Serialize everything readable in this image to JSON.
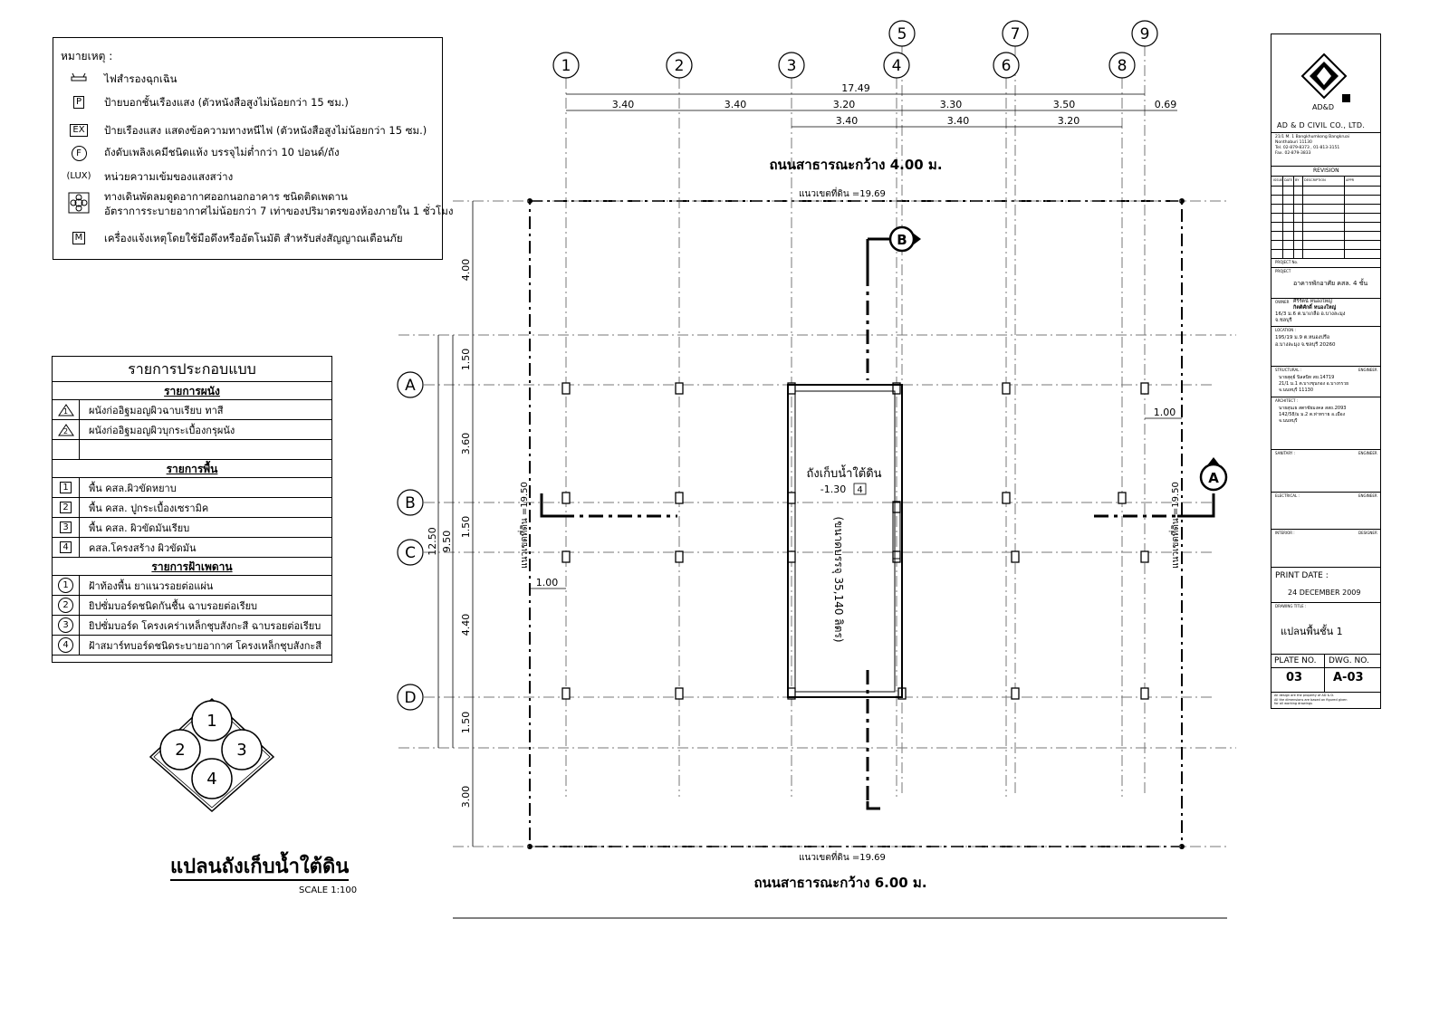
{
  "legend": {
    "title": "หมายเหตุ :",
    "items": [
      {
        "symbol": "",
        "icon": "emergency-light-icon",
        "text": "ไฟสำรองฉุกเฉิน"
      },
      {
        "symbol": "P",
        "icon": "",
        "text": "ป้ายบอกชั้นเรืองแสง (ตัวหนังสือสูงไม่น้อยกว่า 15 ซม.)"
      },
      {
        "symbol": "EX",
        "icon": "",
        "text": "ป้ายเรืองแสง แสดงข้อความทางหนีไฟ (ตัวหนังสือสูงไม่น้อยกว่า 15 ซม.)"
      },
      {
        "symbol": "F",
        "icon": "",
        "text": "ถังดับเพลิงเคมีชนิดแห้ง บรรจุไม่ต่ำกว่า 10 ปอนด์/ถัง"
      },
      {
        "symbol": "(LUX)",
        "icon": "",
        "text": "หน่วยความเข้มของแสงสว่าง"
      },
      {
        "symbol": "",
        "icon": "ventilation-fan-icon",
        "text": "ทางเดินพัดลมดูดอากาศออกนอกอาคาร ชนิดติดเพดาน",
        "text2": "อัตราการระบายอากาศไม่น้อยกว่า 7 เท่าของปริมาตรของห้องภายใน 1 ชั่วโมง"
      },
      {
        "symbol": "M",
        "icon": "",
        "text": "เครื่องแจ้งเหตุโดยใช้มือดึงหรืออัตโนมัติ สำหรับส่งสัญญาณเตือนภัย"
      }
    ]
  },
  "schedule": {
    "title": "รายการประกอบแบบ",
    "walls_head": "รายการผนัง",
    "walls": [
      {
        "code": "1",
        "text": "ผนังก่ออิฐมอญผิวฉาบเรียบ ทาสี"
      },
      {
        "code": "2",
        "text": "ผนังก่ออิฐมอญผิวบุกระเบื้องกรุผนัง"
      }
    ],
    "floors_head": "รายการพื้น",
    "floors": [
      {
        "code": "1",
        "text": "พื้น คสล.ผิวขัดหยาบ"
      },
      {
        "code": "2",
        "text": "พื้น คสล. ปูกระเบื้องเซรามิค"
      },
      {
        "code": "3",
        "text": "พื้น คสล. ผิวขัดมันเรียบ"
      },
      {
        "code": "4",
        "text": "คสล.โครงสร้าง ผิวขัดมัน"
      }
    ],
    "ceilings_head": "รายการฝ้าเพดาน",
    "ceilings": [
      {
        "code": "1",
        "text": "ฝ้าท้องพื้น ยาแนวรอยต่อแผ่น"
      },
      {
        "code": "2",
        "text": "ยิปซั่มบอร์ดชนิดกันชื้น ฉาบรอยต่อเรียบ"
      },
      {
        "code": "3",
        "text": "ยิปซั่มบอร์ด โครงเคร่าเหล็กชุบสังกะสี ฉาบรอยต่อเรียบ"
      },
      {
        "code": "4",
        "text": "ฝ้าสมาร์ทบอร์ดชนิดระบายอากาศ โครงเหล็กชุบสังกะสี"
      }
    ]
  },
  "finish_key": {
    "labels": [
      "1",
      "2",
      "3",
      "4"
    ]
  },
  "plan_title": {
    "text": "แปลนถังเก็บน้ำใต้ดิน",
    "scale": "SCALE 1:100"
  },
  "plan": {
    "grid_cols_lower": [
      "1",
      "2",
      "3",
      "4",
      "6",
      "8"
    ],
    "grid_cols_upper": [
      "5",
      "7",
      "9"
    ],
    "grid_rows": [
      "A",
      "B",
      "C",
      "D"
    ],
    "dims_top_total": "17.49",
    "dims_top_row1": [
      "3.40",
      "3.40",
      "3.20",
      "3.30",
      "3.50",
      "0.69"
    ],
    "dims_top_row2": [
      "3.40",
      "3.40",
      "3.20"
    ],
    "dims_left": [
      "4.00",
      "1.50",
      "3.60",
      "1.50",
      "4.40",
      "1.50",
      "3.00"
    ],
    "dims_left_outer": [
      "12.50",
      "9.50"
    ],
    "road_top": "ถนนสาธารณะกว้าง 4.00 ม.",
    "road_bottom": "ถนนสาธารณะกว้าง 6.00 ม.",
    "boundary_top": "แนวเขตที่ดิน =19.69",
    "boundary_bottom": "แนวเขตที่ดิน =19.69",
    "boundary_left": "แนวเขตที่ดิน =19.50",
    "boundary_right": "แนวเขตที่ดิน =19.50",
    "offset_right": "1.00",
    "offset_left": "1.00",
    "tank_name": "ถังเก็บน้ำใต้ดิน",
    "tank_level": "-1.30",
    "tank_finish": "4",
    "tank_capacity": "(ขนาดบรรจุ 35,140 ลิตร)",
    "section_b": "B",
    "section_a": "A"
  },
  "title_block": {
    "logo_text": "AD&D",
    "company": "AD & D CIVIL CO., LTD.",
    "address": [
      "21/1 M. 1 Bangkhumkong Bangkruai",
      "Nonthaburi 11130",
      "Tel. 02-879-8373 , 01-813-3151",
      "Fax. 02-879-3833"
    ],
    "revision_head": "REVISION",
    "revision_cols": [
      "ISSUE",
      "DATE",
      "BY",
      "DESCRIPTION",
      "APPR"
    ],
    "project_no_label": "PROJECT No.",
    "project_label": "PROJECT",
    "project": "อาคารพักอาศัย คสล. 4 ชั้น",
    "owner_label": "OWNER",
    "owner": [
      "ศิริรัตน์ หนองใหญ่",
      "กิตติศักดิ์ หนองใหญ่",
      "16/3 ม.6 ต.นาเกลือ อ.บางละมุง",
      "จ.ชลบุรี"
    ],
    "location_label": "LOCATION :",
    "location": [
      "195/19 ม.9 ต.หนองปรือ",
      "อ.บางละมุง จ.ชลบุรี 20260"
    ],
    "structural_label": "STRUCTURAL :",
    "engineer_label": "ENGINEER",
    "structural": [
      "นายสุดุย์ นิลสนิท สย.14719",
      "21/1 ม.1 ต.บางขุนกอง อ.บางกรวย",
      "จ.นนทบุรี 11130"
    ],
    "architect_label": "ARCHITECT :",
    "architect": [
      "นายสุนเธ สตรชัยมงคล สสถ.2093",
      "142/58/ม ม.2 ต.ท่าทราย อ.เมือง",
      "จ.นนทบุรี"
    ],
    "sanitary_label": "SANITARY :",
    "electrical_label": "ELECTRICAL :",
    "interior_label": "INTERIOR :",
    "designer_label": "DESIGNER",
    "print_date_label": "PRINT DATE :",
    "print_date": "24 DECEMBER 2009",
    "drawing_title_label": "DRAWING TITLE :",
    "drawing_title": "แปลนพื้นชั้น 1",
    "plate_no_label": "PLATE NO.",
    "dwg_no_label": "DWG. NO.",
    "plate_no": "03",
    "dwg_no": "A-03",
    "footer": [
      "All design are the property of AD & D.",
      "All the dimensions are based on figured given",
      "for all working drawings"
    ]
  }
}
